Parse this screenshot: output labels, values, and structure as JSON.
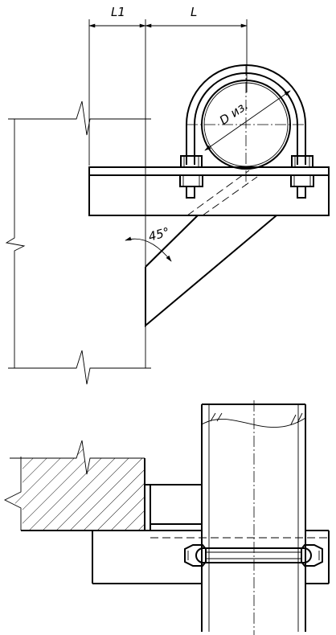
{
  "dimensions": {
    "l1": "L1",
    "l": "L",
    "diameter": "D из.",
    "angle": "45°"
  },
  "views": [
    {
      "name": "front-view"
    },
    {
      "name": "top-view"
    }
  ]
}
